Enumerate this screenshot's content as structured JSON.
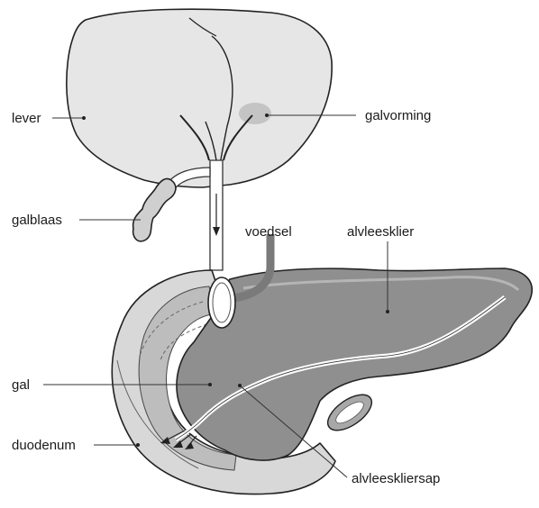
{
  "labels": {
    "lever": "lever",
    "galvorming": "galvorming",
    "galblaas": "galblaas",
    "voedsel": "voedsel",
    "alvleesklier": "alvleesklier",
    "gal": "gal",
    "duodenum": "duodenum",
    "alvleeskliersap": "alvleeskliersap"
  },
  "colors": {
    "liver": "#e6e6e6",
    "pancreas": "#8f8f8f",
    "duodenum_outer": "#d8d8d8",
    "duodenum_inner": "#bdbdbd",
    "food_tube": "#7a7a7a",
    "bile_spot": "#c4c4c4"
  }
}
